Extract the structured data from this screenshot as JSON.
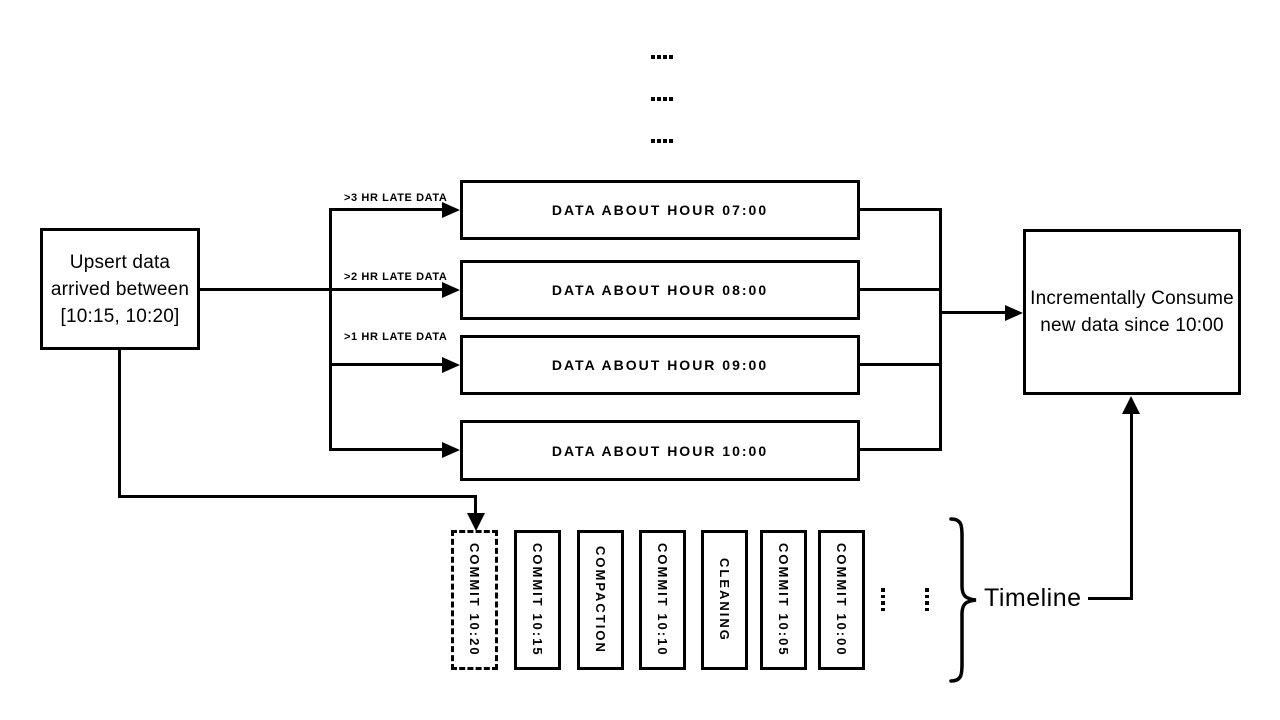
{
  "page": {
    "background_color": "#ffffff",
    "ink_color": "#000000",
    "description": "Flow diagram: upsert of late-arriving data into hourly partitions with a commit timeline"
  },
  "continuation_dots": {
    "icon": "dots-row-icon",
    "rows": [
      "....",
      "....",
      "...."
    ]
  },
  "upsert_box": {
    "line1": "Upsert data",
    "line2": "arrived between",
    "line3": "[10:15, 10:20]"
  },
  "late_arrows": {
    "labels": [
      ">3 HR LATE DATA",
      ">2 HR LATE DATA",
      ">1 HR LATE DATA"
    ]
  },
  "data_boxes": {
    "labels": [
      "DATA ABOUT HOUR 07:00",
      "DATA ABOUT HOUR 08:00",
      "DATA ABOUT HOUR 09:00",
      "DATA ABOUT HOUR 10:00"
    ]
  },
  "consume_box": {
    "line1": "Incrementally Consume",
    "line2": "new data since 10:00"
  },
  "timeline": {
    "label": "Timeline",
    "brace_icon": "curly-brace-icon",
    "ellipsis_columns": [
      "....",
      "...."
    ],
    "boxes": [
      {
        "label": "COMMIT 10:20",
        "style": "dashed"
      },
      {
        "label": "COMMIT 10:15",
        "style": "solid"
      },
      {
        "label": "COMPACTION",
        "style": "solid"
      },
      {
        "label": "COMMIT 10:10",
        "style": "solid"
      },
      {
        "label": "CLEANING",
        "style": "solid"
      },
      {
        "label": "COMMIT 10:05",
        "style": "solid"
      },
      {
        "label": "COMMIT 10:00",
        "style": "solid"
      }
    ]
  }
}
